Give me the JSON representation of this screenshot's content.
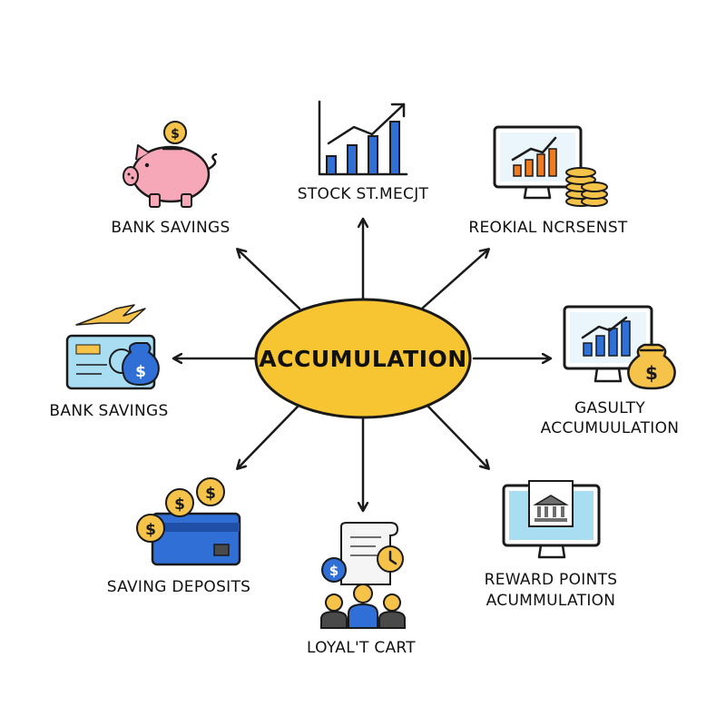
{
  "center": {
    "label": "ACCUMULATION"
  },
  "nodes": [
    {
      "label_lines": [
        "STOCK ST.MECJT"
      ],
      "icon": "bar-chart-icon"
    },
    {
      "label_lines": [
        "REOKIAL NCRSENST"
      ],
      "icon": "monitor-chart-coins-icon"
    },
    {
      "label_lines": [
        "GASULTY",
        "ACCUMUULATION"
      ],
      "icon": "monitor-chart-moneybag-icon"
    },
    {
      "label_lines": [
        "REWARD POINTS",
        "ACUMMULATION"
      ],
      "icon": "monitor-bank-icon"
    },
    {
      "label_lines": [
        "LOYAL'T CART"
      ],
      "icon": "receipt-people-icon"
    },
    {
      "label_lines": [
        "SAVING DEPOSITS"
      ],
      "icon": "card-coins-icon"
    },
    {
      "label_lines": [
        "BANK SAVINGS"
      ],
      "icon": "card-moneybag-icon"
    },
    {
      "label_lines": [
        "BANK SAVINGS"
      ],
      "icon": "piggy-bank-icon"
    }
  ],
  "colors": {
    "center_fill": "#F7C531",
    "ink": "#1A1A1A",
    "blue": "#2F6FD6",
    "light_blue": "#A9DDF2",
    "gold": "#F5C24A",
    "pink": "#F7A8B8",
    "orange": "#F07A1E",
    "gray": "#6E6E6E"
  }
}
